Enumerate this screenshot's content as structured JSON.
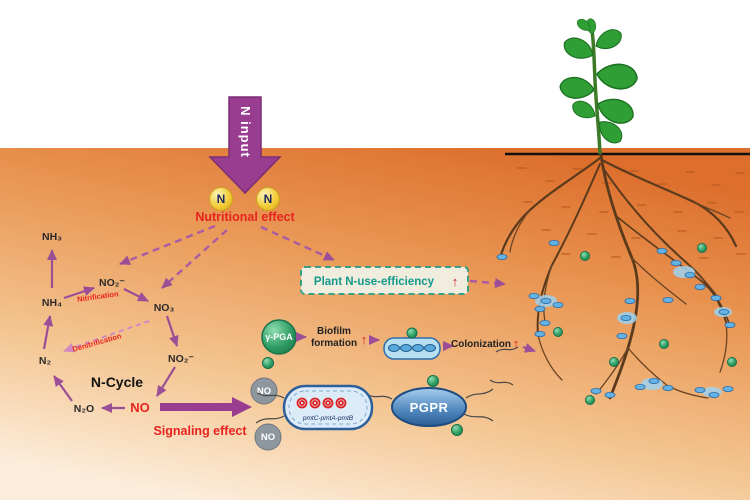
{
  "diagram": {
    "n_input": "N input",
    "n_badge": "N",
    "nutritional_effect": "Nutritional effect",
    "signaling_effect": "Signaling effect",
    "n_cycle_title": "N-Cycle",
    "species": {
      "nh3": "NH₃",
      "nh4": "NH₄",
      "no2_upper": "NO₂⁻",
      "no3": "NO₃",
      "no2_lower": "NO₂⁻",
      "n2": "N₂",
      "n2o": "N₂O",
      "no": "NO"
    },
    "processes": {
      "nitrification": "Nitrification",
      "denitrification": "Denitrification"
    },
    "no_molecule": "NO",
    "gamma_pga": "γ-PGA",
    "biofilm_line1": "Biofilm",
    "biofilm_line2": "formation",
    "up_arrow": "↑",
    "colonization": "Colonization",
    "plant_n_use_efficiency": "Plant N-use-efficiency",
    "pgpr": "PGPR",
    "gene_cluster": "pmtC-pmtA-pmtB"
  },
  "colors": {
    "purple_arrow": "#9B4F96",
    "red_accent": "#E8231F",
    "teal_accent": "#18A08E",
    "badge_gold": "#F2CA35",
    "pgpr_blue": "#4F86BD",
    "bacteria_green": "#2F9E64",
    "colony_blue": "#64B2E4",
    "soil_orange": "#DD6E2C"
  }
}
